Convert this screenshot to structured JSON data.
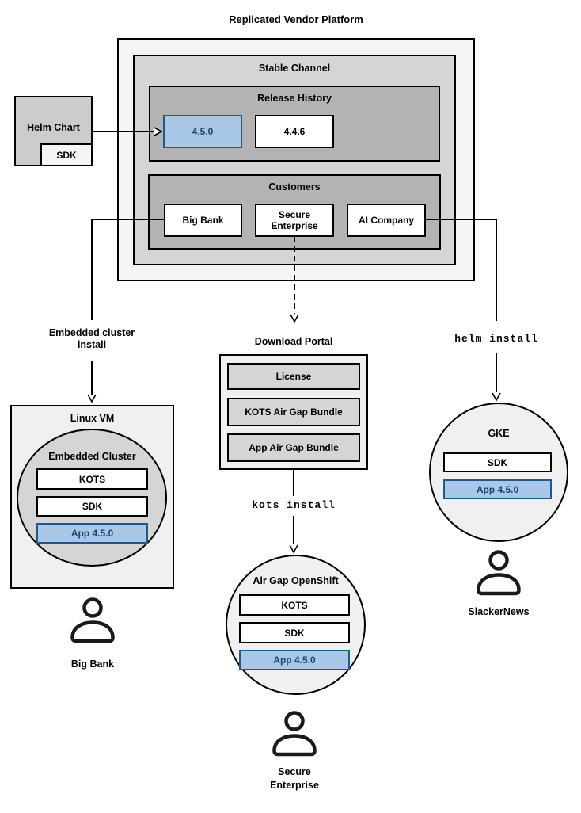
{
  "title": "Replicated Vendor Platform",
  "platform": {
    "stable_channel": {
      "label": "Stable Channel",
      "release_history": {
        "label": "Release History",
        "releases": [
          {
            "version": "4.5.0",
            "highlighted": true
          },
          {
            "version": "4.4.6",
            "highlighted": false
          }
        ]
      },
      "customers": {
        "label": "Customers",
        "items": [
          {
            "name": "Big Bank"
          },
          {
            "name": "Secure Enterprise"
          },
          {
            "name": "AI Company"
          }
        ]
      }
    }
  },
  "helm_chart": {
    "label": "Helm Chart",
    "sdk_label": "SDK"
  },
  "edges": {
    "embedded_install_line1": "Embedded cluster",
    "embedded_install_line2": "install",
    "kots_install": "kots install",
    "helm_install": "helm install"
  },
  "linux_vm": {
    "label": "Linux VM",
    "cluster_label": "Embedded Cluster",
    "components": [
      {
        "name": "KOTS",
        "highlighted": false
      },
      {
        "name": "SDK",
        "highlighted": false
      },
      {
        "name": "App 4.5.0",
        "highlighted": true
      }
    ],
    "user_label": "Big Bank"
  },
  "download_portal": {
    "label": "Download Portal",
    "items": [
      {
        "name": "License"
      },
      {
        "name": "KOTS Air Gap Bundle"
      },
      {
        "name": "App Air Gap Bundle"
      }
    ]
  },
  "airgap_openshift": {
    "label": "Air Gap OpenShift",
    "components": [
      {
        "name": "KOTS",
        "highlighted": false
      },
      {
        "name": "SDK",
        "highlighted": false
      },
      {
        "name": "App 4.5.0",
        "highlighted": true
      }
    ],
    "user_label_line1": "Secure",
    "user_label_line2": "Enterprise"
  },
  "gke": {
    "label": "GKE",
    "components": [
      {
        "name": "SDK",
        "highlighted": false
      },
      {
        "name": "App 4.5.0",
        "highlighted": true
      }
    ],
    "user_label": "SlackerNews"
  },
  "colors": {
    "highlight_fill": "#A9C7E7",
    "highlight_border": "#1E5B8D",
    "highlight_text": "#17486E",
    "line": "#000000"
  }
}
